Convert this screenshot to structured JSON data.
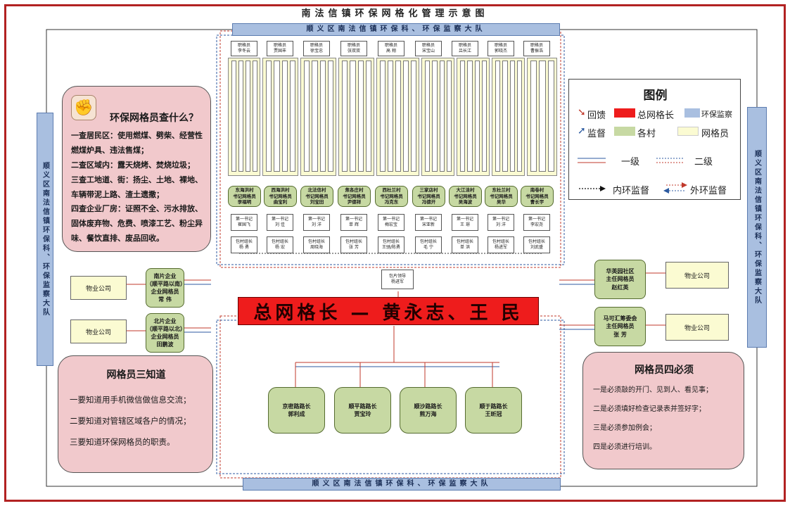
{
  "title": "南法信镇环保网格化管理示意图",
  "team_name": "顺义区南法信镇环保科、环保监察大队",
  "top_grid_members": [
    {
      "role": "职格员",
      "name": "李冬云"
    },
    {
      "role": "职格员",
      "name": "贾国丰"
    },
    {
      "role": "职格员",
      "name": "徐宝忠"
    },
    {
      "role": "职格员",
      "name": "张双双"
    },
    {
      "role": "职格员",
      "name": "高 翔"
    },
    {
      "role": "职格员",
      "name": "宋宝山"
    },
    {
      "role": "职格员",
      "name": "吕长江"
    },
    {
      "role": "职格员",
      "name": "郭晓杰"
    },
    {
      "role": "职格员",
      "name": "曹振浩"
    }
  ],
  "villages": [
    {
      "name": "东海洪村",
      "role": "书记网格员",
      "person": "李福明"
    },
    {
      "name": "西海洪村",
      "role": "书记网格员",
      "person": "曲宝利"
    },
    {
      "name": "北法信村",
      "role": "书记网格员",
      "person": "刘宝田"
    },
    {
      "name": "焦各庄村",
      "role": "书记网格员",
      "person": "尹德祥"
    },
    {
      "name": "西杜兰村",
      "role": "书记网格员",
      "person": "冯克东"
    },
    {
      "name": "三家店村",
      "role": "书记网格员",
      "person": "冯德开"
    },
    {
      "name": "大江洼村",
      "role": "书记网格员",
      "person": "吴海波"
    },
    {
      "name": "东杜兰村",
      "role": "书记网格员",
      "person": "吴华"
    },
    {
      "name": "南卷村",
      "role": "书记网格员",
      "person": "曹长宇"
    }
  ],
  "village_secretaries": [
    {
      "role": "第一书记",
      "name": "崔国飞"
    },
    {
      "role": "第一书记",
      "name": "刘 佳"
    },
    {
      "role": "第一书记",
      "name": "刘 洋"
    },
    {
      "role": "第一书记",
      "name": "单 辉"
    },
    {
      "role": "第一书记",
      "name": "梅宏宝"
    },
    {
      "role": "第一书记",
      "name": "宋亚新"
    },
    {
      "role": "第一书记",
      "name": "王 璟"
    },
    {
      "role": "第一书记",
      "name": "刘 洋"
    },
    {
      "role": "第一书记",
      "name": "李宏尧"
    }
  ],
  "village_group_leaders": [
    {
      "role": "包村组长",
      "name": "杨 勇"
    },
    {
      "role": "包村组长",
      "name": "杨 宏"
    },
    {
      "role": "包村组长",
      "name": "周晓海"
    },
    {
      "role": "包村组长",
      "name": "张 芳"
    },
    {
      "role": "包村组长",
      "name": "王驰/陈勇"
    },
    {
      "role": "包村组长",
      "name": "毛 宁"
    },
    {
      "role": "包村组长",
      "name": "单 洪"
    },
    {
      "role": "包村组长",
      "name": "杨进军"
    },
    {
      "role": "包村组长",
      "name": "刘武盛"
    }
  ],
  "area_leader": {
    "role": "包片领导",
    "name": "杨进军"
  },
  "chief": "总网格长 — 黄永志、王 民",
  "left_companies": [
    {
      "label": "物业公司"
    },
    {
      "label": "物业公司"
    }
  ],
  "left_enterprises": [
    {
      "line1": "南片企业",
      "line2": "（顺平路以南）",
      "line3": "企业网格员",
      "name": "常 伟"
    },
    {
      "line1": "北片企业",
      "line2": "（顺平路以北）",
      "line3": "企业网格员",
      "name": "田鹏波"
    }
  ],
  "right_communities": [
    {
      "line1": "华英园社区",
      "line2": "主任网格员",
      "name": "赵红英"
    },
    {
      "line1": "马可汇筹委会",
      "line2": "主任网格员",
      "name": "张 芳"
    }
  ],
  "right_companies": [
    {
      "label": "物业公司"
    },
    {
      "label": "物业公司"
    }
  ],
  "roads": [
    {
      "line1": "京密路路长",
      "name": "郭利成"
    },
    {
      "line1": "顺平路路长",
      "name": "贾宝玲"
    },
    {
      "line1": "顺沙路路长",
      "name": "熊万海"
    },
    {
      "line1": "顺于路路长",
      "name": "王昕冠"
    }
  ],
  "legend": {
    "title": "图例",
    "items": [
      {
        "label": "回馈"
      },
      {
        "label": "总网格长"
      },
      {
        "label": "环保监察"
      },
      {
        "label": "监督"
      },
      {
        "label": "各村"
      },
      {
        "label": "网格员"
      }
    ],
    "level1": "一级",
    "level2": "二级",
    "inner": "内环监督",
    "outer": "外环监督"
  },
  "panel_what": {
    "title": "环保网格员查什么？",
    "items": [
      "一查居民区：使用燃煤、劈柴、经营性燃煤炉具、违法售煤；",
      "二查区域内：露天烧烤、焚烧垃圾；",
      "三查工地道、街：扬尘、土地、裸地、车辆带泥上路、渣土遗撒；",
      "四查企业厂房：证照不全、污水排放、固体废弃物、危费、喷漆工艺、粉尘异味、餐饮直排、废品回收。"
    ]
  },
  "panel_know": {
    "title": "网格员三知道",
    "items": [
      "一要知道用手机微信做信息交流；",
      "二要知道对管辖区域各户的情况；",
      "三要知道环保网格员的职责。"
    ]
  },
  "panel_must": {
    "title": "网格员四必须",
    "items": [
      "一是必须敲的开门、见到人、看见事；",
      "二是必须填好检查记录表并签好字；",
      "三是必须参加例会；",
      "四是必须进行培训。"
    ]
  },
  "colors": {
    "red": "#ee1c1c",
    "green": "#c7d9a3",
    "blue": "#a9bfe0",
    "yellow": "#fbfbd2",
    "pink": "#f1c9cc",
    "frame": "#b22222"
  }
}
